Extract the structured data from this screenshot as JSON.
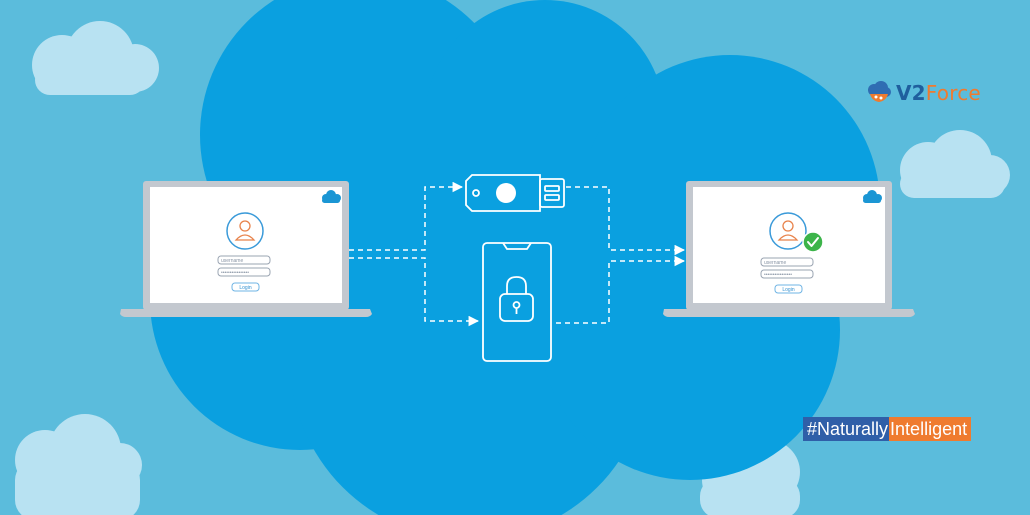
{
  "brand": {
    "v2": "V2",
    "force": "Force"
  },
  "hashtag": {
    "left": "#Naturally",
    "right": "Intelligent"
  },
  "login_form": {
    "username_placeholder": "username",
    "password_placeholder": "••••••••••••••••",
    "login_button": "Login"
  },
  "icons": {
    "user": "user-icon",
    "cloud_logo": "salesforce-cloud-icon",
    "security_key": "usb-security-key-icon",
    "phone": "smartphone-icon",
    "lock": "lock-icon",
    "check": "check-icon"
  },
  "colors": {
    "sky": "#5bbcdc",
    "big_cloud": "#0aa0e0",
    "small_cloud": "#b8e2f2",
    "brand_blue": "#1f5f9e",
    "accent_orange": "#ef7b2f",
    "check_green": "#3cb44a"
  }
}
